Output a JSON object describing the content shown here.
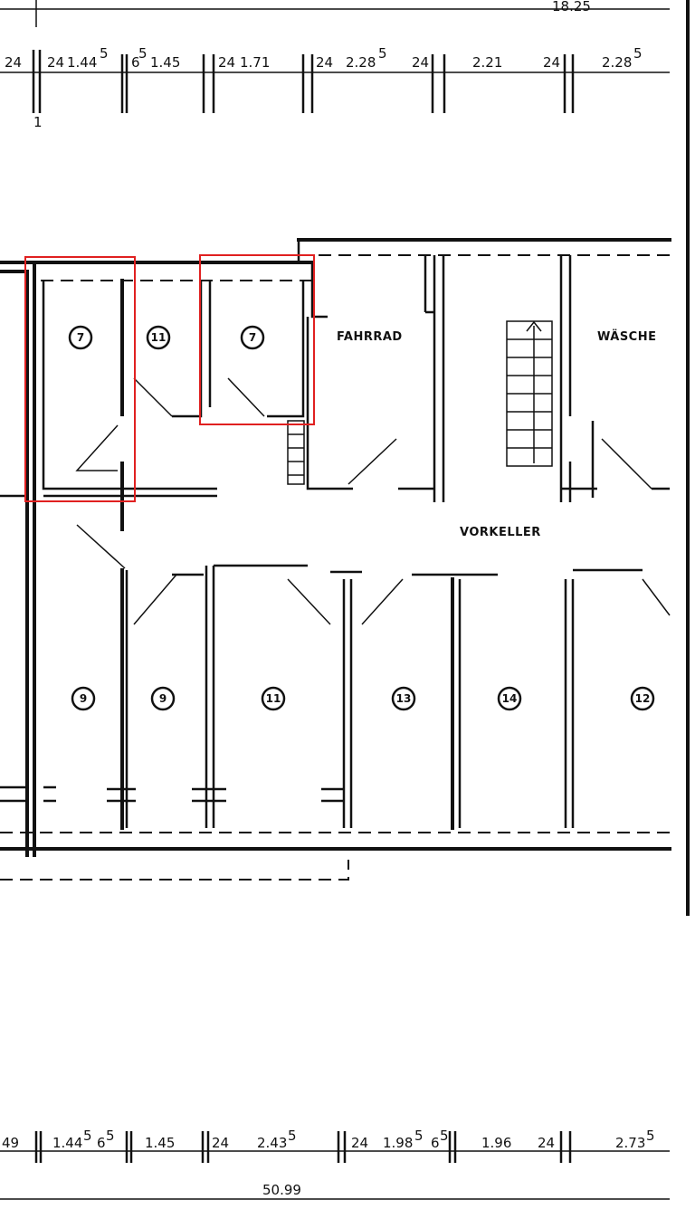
{
  "top_dims": {
    "total": "18.25",
    "segments": [
      {
        "a": "24",
        "b": ""
      },
      {
        "a": "24",
        "b": "1.44",
        "sup": "5"
      },
      {
        "a": "6",
        "sup_a": "5",
        "b": "1.45"
      },
      {
        "a": "24",
        "b": "1.71"
      },
      {
        "a": "24",
        "b": "2.28",
        "sup": "5"
      },
      {
        "a": "24",
        "b": "2.21"
      },
      {
        "a": "24",
        "b": "2.28",
        "sup": "5"
      }
    ],
    "small_mark": "1"
  },
  "rooms": {
    "fahrrad": "FAHRRAD",
    "waesche": "WÄSCHE",
    "vorkeller": "VORKELLER"
  },
  "room_numbers": {
    "upper": [
      "7",
      "11",
      "7"
    ],
    "lower": [
      "9",
      "9",
      "11",
      "13",
      "14",
      "12"
    ]
  },
  "bottom_dims": {
    "total": "50.99",
    "items": [
      "49",
      "1.44",
      "5",
      "6",
      "5",
      "1.45",
      "24",
      "2.43",
      "5",
      "24",
      "1.98",
      "5",
      "6",
      "5",
      "1.96",
      "24",
      "2.73",
      "5"
    ]
  }
}
